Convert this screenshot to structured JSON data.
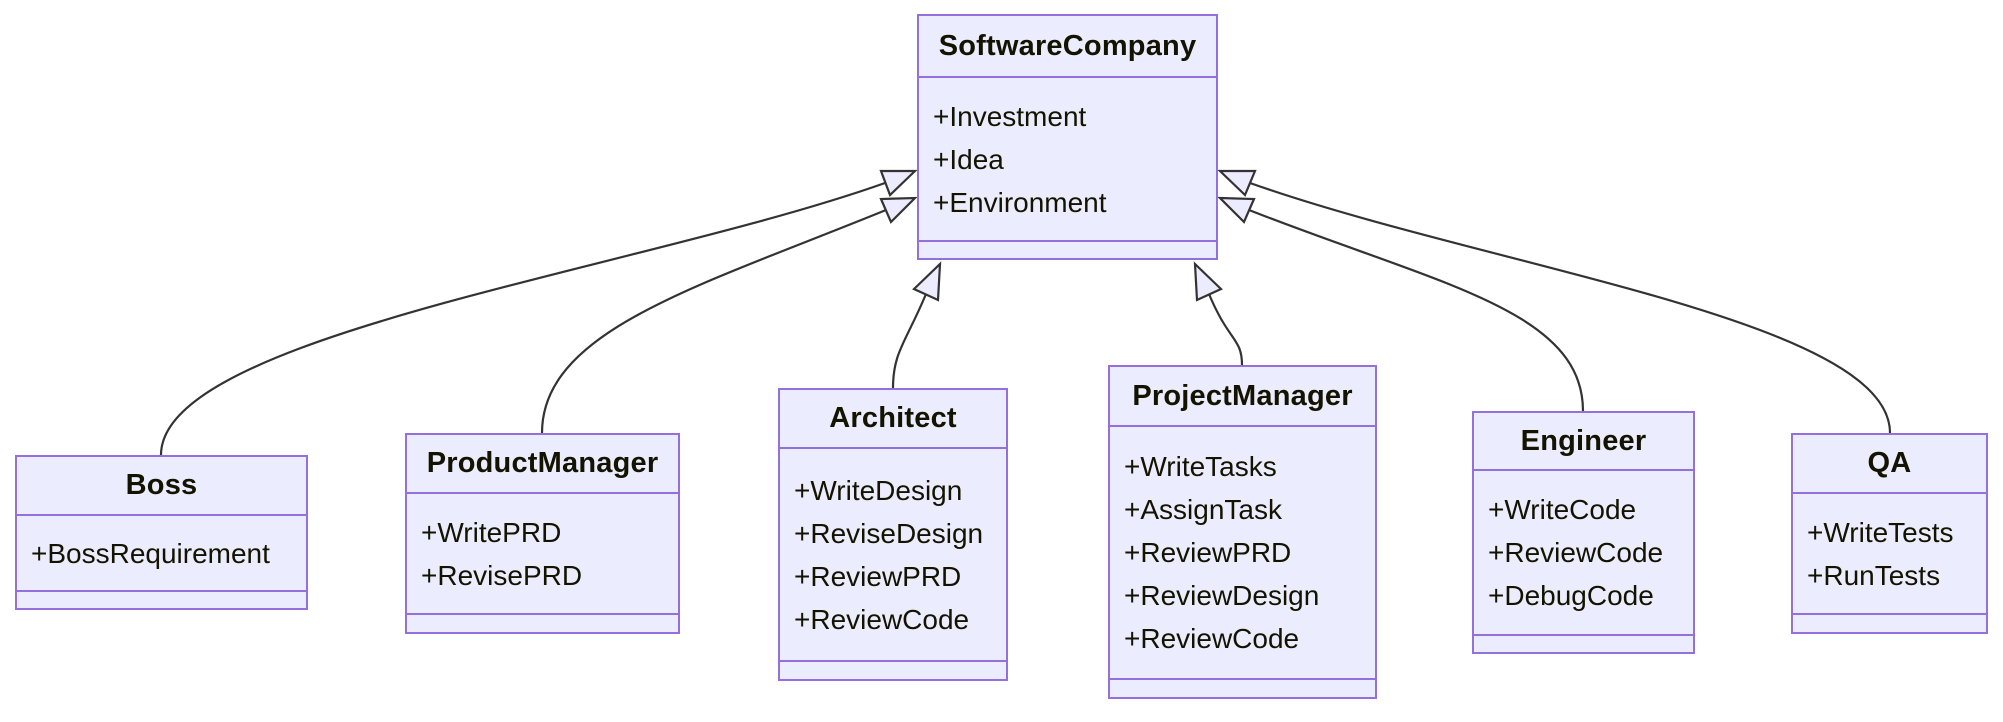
{
  "diagram": {
    "kind": "uml-class-diagram",
    "colors": {
      "node_fill": "#ECECFF",
      "node_border": "#9370DB",
      "edge_line": "#333333",
      "text": "#131300",
      "background": "#FFFFFF"
    },
    "classes": [
      {
        "name": "SoftwareCompany",
        "members": [
          "+Investment",
          "+Idea",
          "+Environment"
        ],
        "methods": []
      },
      {
        "name": "Boss",
        "members": [
          "+BossRequirement"
        ],
        "methods": []
      },
      {
        "name": "ProductManager",
        "members": [
          "+WritePRD",
          "+RevisePRD"
        ],
        "methods": []
      },
      {
        "name": "Architect",
        "members": [
          "+WriteDesign",
          "+ReviseDesign",
          "+ReviewPRD",
          "+ReviewCode"
        ],
        "methods": []
      },
      {
        "name": "ProjectManager",
        "members": [
          "+WriteTasks",
          "+AssignTask",
          "+ReviewPRD",
          "+ReviewDesign",
          "+ReviewCode"
        ],
        "methods": []
      },
      {
        "name": "Engineer",
        "members": [
          "+WriteCode",
          "+ReviewCode",
          "+DebugCode"
        ],
        "methods": []
      },
      {
        "name": "QA",
        "members": [
          "+WriteTests",
          "+RunTests"
        ],
        "methods": []
      }
    ],
    "edges": [
      {
        "from": "Boss",
        "to": "SoftwareCompany",
        "type": "inheritance"
      },
      {
        "from": "ProductManager",
        "to": "SoftwareCompany",
        "type": "inheritance"
      },
      {
        "from": "Architect",
        "to": "SoftwareCompany",
        "type": "inheritance"
      },
      {
        "from": "ProjectManager",
        "to": "SoftwareCompany",
        "type": "inheritance"
      },
      {
        "from": "Engineer",
        "to": "SoftwareCompany",
        "type": "inheritance"
      },
      {
        "from": "QA",
        "to": "SoftwareCompany",
        "type": "inheritance"
      }
    ]
  }
}
